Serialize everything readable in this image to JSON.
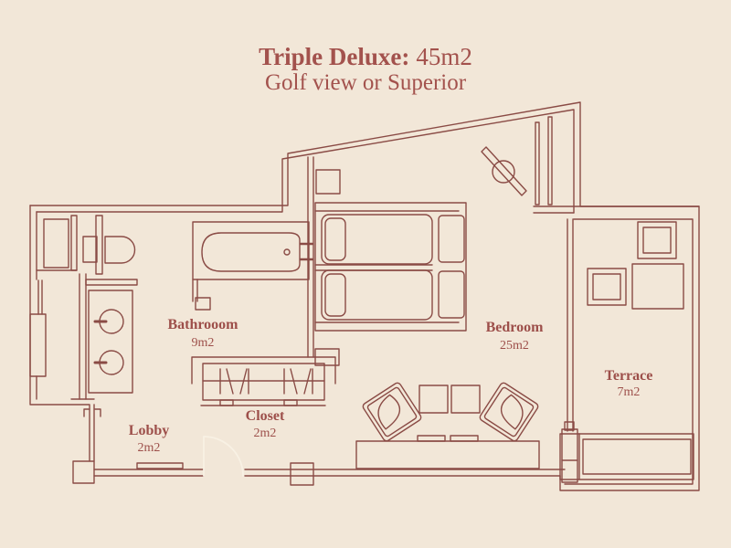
{
  "title": {
    "bold": "Triple Deluxe:",
    "area": "45m2",
    "subtitle": "Golf view or Superior"
  },
  "rooms": {
    "bathroom": {
      "name": "Bathrooom",
      "area": "9m2"
    },
    "bedroom": {
      "name": "Bedroom",
      "area": "25m2"
    },
    "terrace": {
      "name": "Terrace",
      "area": "7m2"
    },
    "closet": {
      "name": "Closet",
      "area": "2m2"
    },
    "lobby": {
      "name": "Lobby",
      "area": "2m2"
    }
  },
  "colors": {
    "background": "#f2e7d8",
    "line": "#8a4b45",
    "label_text": "#9d4f4a",
    "title_text": "#a3524d",
    "door_swing": "#f8f1e4"
  }
}
